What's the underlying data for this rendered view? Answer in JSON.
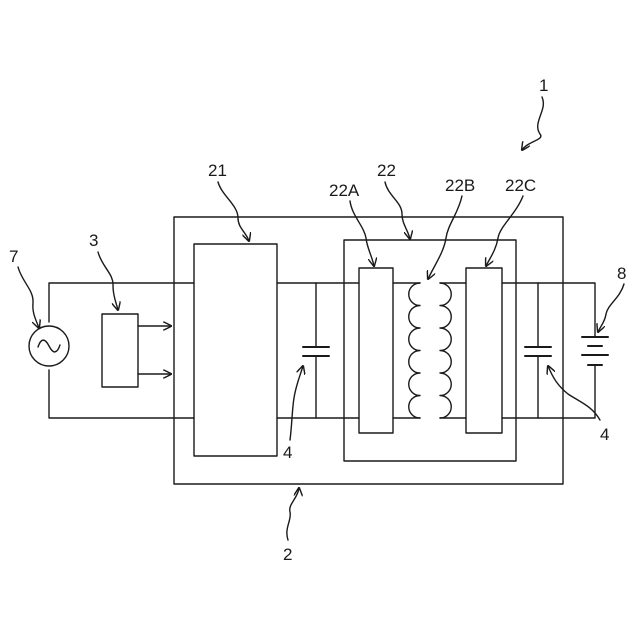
{
  "labels": {
    "system": "1",
    "module": "2",
    "controller": "3",
    "capacitor_left": "4",
    "capacitor_right": "4",
    "ac_source": "7",
    "battery": "8",
    "converter": "21",
    "transformer_unit": "22",
    "primary_circuit": "22A",
    "transformer_coil": "22B",
    "secondary_circuit": "22C"
  }
}
